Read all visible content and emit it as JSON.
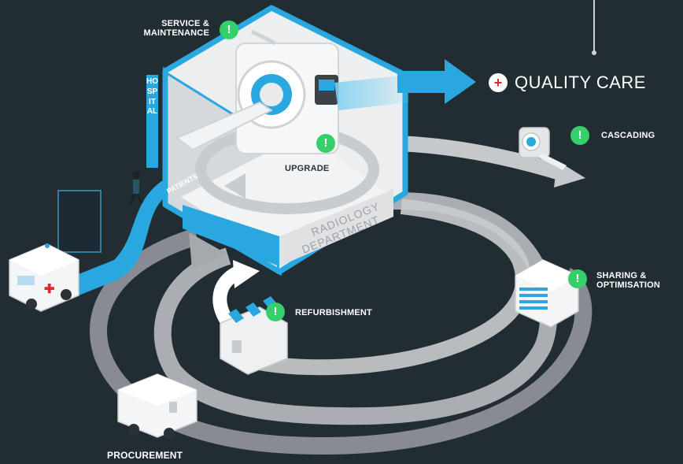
{
  "labels": {
    "service": [
      "SERVICE &",
      "MAINTENANCE"
    ],
    "hospital": "HOSPITAL",
    "patients": "PATIENTS",
    "upgrade": "UPGRADE",
    "radiology": [
      "RADIOLOGY",
      "DEPARTMENT"
    ],
    "quality_care": "QUALITY CARE",
    "cascading": "CASCADING",
    "sharing": [
      "SHARING &",
      "OPTIMISATION"
    ],
    "refurbishment": "REFURBISHMENT",
    "procurement": "PROCUREMENT"
  },
  "badge_symbol": "!",
  "plus_symbol": "+",
  "colors": {
    "background": "#222c33",
    "accent_blue": "#29a8e0",
    "badge_green": "#36d06a",
    "track_grey": "#b9bcc0",
    "plus_red": "#e0262f"
  },
  "icons": [
    "ct-scanner-icon",
    "ambulance-icon",
    "patient-figure-icon",
    "delivery-truck-icon",
    "factory-icon",
    "data-center-icon",
    "small-scanner-icon",
    "alert-badge-icon",
    "plus-circle-icon"
  ]
}
